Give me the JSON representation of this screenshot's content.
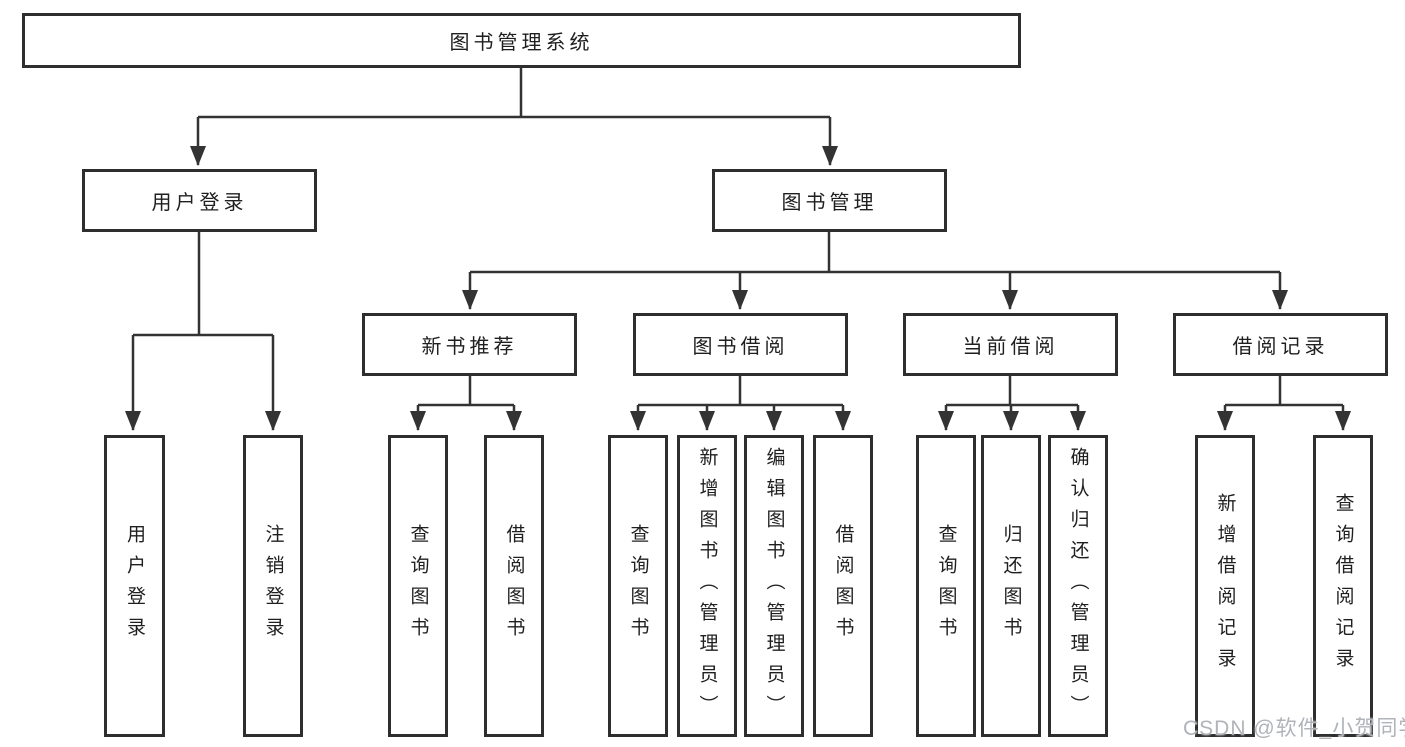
{
  "diagram": {
    "root": {
      "label": "图书管理系统"
    },
    "branches": [
      {
        "label": "用户登录",
        "children": [
          {
            "label": "用户登录"
          },
          {
            "label": "注销登录"
          }
        ]
      },
      {
        "label": "图书管理",
        "children": [
          {
            "label": "新书推荐",
            "children": [
              {
                "label": "查询图书"
              },
              {
                "label": "借阅图书"
              }
            ]
          },
          {
            "label": "图书借阅",
            "children": [
              {
                "label": "查询图书"
              },
              {
                "label": "新增图书（管理员）"
              },
              {
                "label": "编辑图书（管理员）"
              },
              {
                "label": "借阅图书"
              }
            ]
          },
          {
            "label": "当前借阅",
            "children": [
              {
                "label": "查询图书"
              },
              {
                "label": "归还图书"
              },
              {
                "label": "确认归还（管理员）"
              }
            ]
          },
          {
            "label": "借阅记录",
            "children": [
              {
                "label": "新增借阅记录"
              },
              {
                "label": "查询借阅记录"
              }
            ]
          }
        ]
      }
    ]
  },
  "watermark": {
    "text": "CSDN @软件_小贺同学",
    "color": "#b0b3b9"
  },
  "style": {
    "line_color": "#333333",
    "border_color": "#2e2e2e",
    "text_color": "#1f1f1f",
    "background": "#ffffff"
  }
}
